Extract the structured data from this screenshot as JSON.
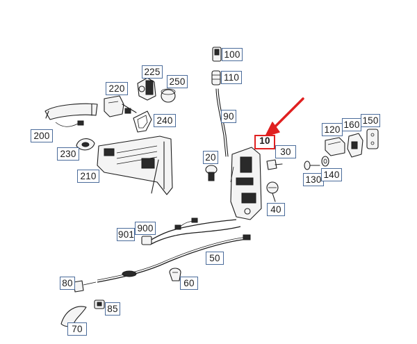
{
  "callouts": [
    {
      "id": "c100",
      "label": "100"
    },
    {
      "id": "c110",
      "label": "110"
    },
    {
      "id": "c225",
      "label": "225"
    },
    {
      "id": "c250",
      "label": "250"
    },
    {
      "id": "c220",
      "label": "220"
    },
    {
      "id": "c90",
      "label": "90"
    },
    {
      "id": "c240",
      "label": "240"
    },
    {
      "id": "c200",
      "label": "200"
    },
    {
      "id": "c230",
      "label": "230"
    },
    {
      "id": "c210",
      "label": "210"
    },
    {
      "id": "c20",
      "label": "20"
    },
    {
      "id": "c10",
      "label": "10"
    },
    {
      "id": "c30",
      "label": "30"
    },
    {
      "id": "c40",
      "label": "40"
    },
    {
      "id": "c120",
      "label": "120"
    },
    {
      "id": "c160",
      "label": "160"
    },
    {
      "id": "c150",
      "label": "150"
    },
    {
      "id": "c130",
      "label": "130"
    },
    {
      "id": "c140",
      "label": "140"
    },
    {
      "id": "c900",
      "label": "900"
    },
    {
      "id": "c901",
      "label": "901"
    },
    {
      "id": "c50",
      "label": "50"
    },
    {
      "id": "c80",
      "label": "80"
    },
    {
      "id": "c60",
      "label": "60"
    },
    {
      "id": "c85",
      "label": "85"
    },
    {
      "id": "c70",
      "label": "70"
    }
  ],
  "highlight_color": "#e02020",
  "callout_border_color": "#4a6b9a"
}
